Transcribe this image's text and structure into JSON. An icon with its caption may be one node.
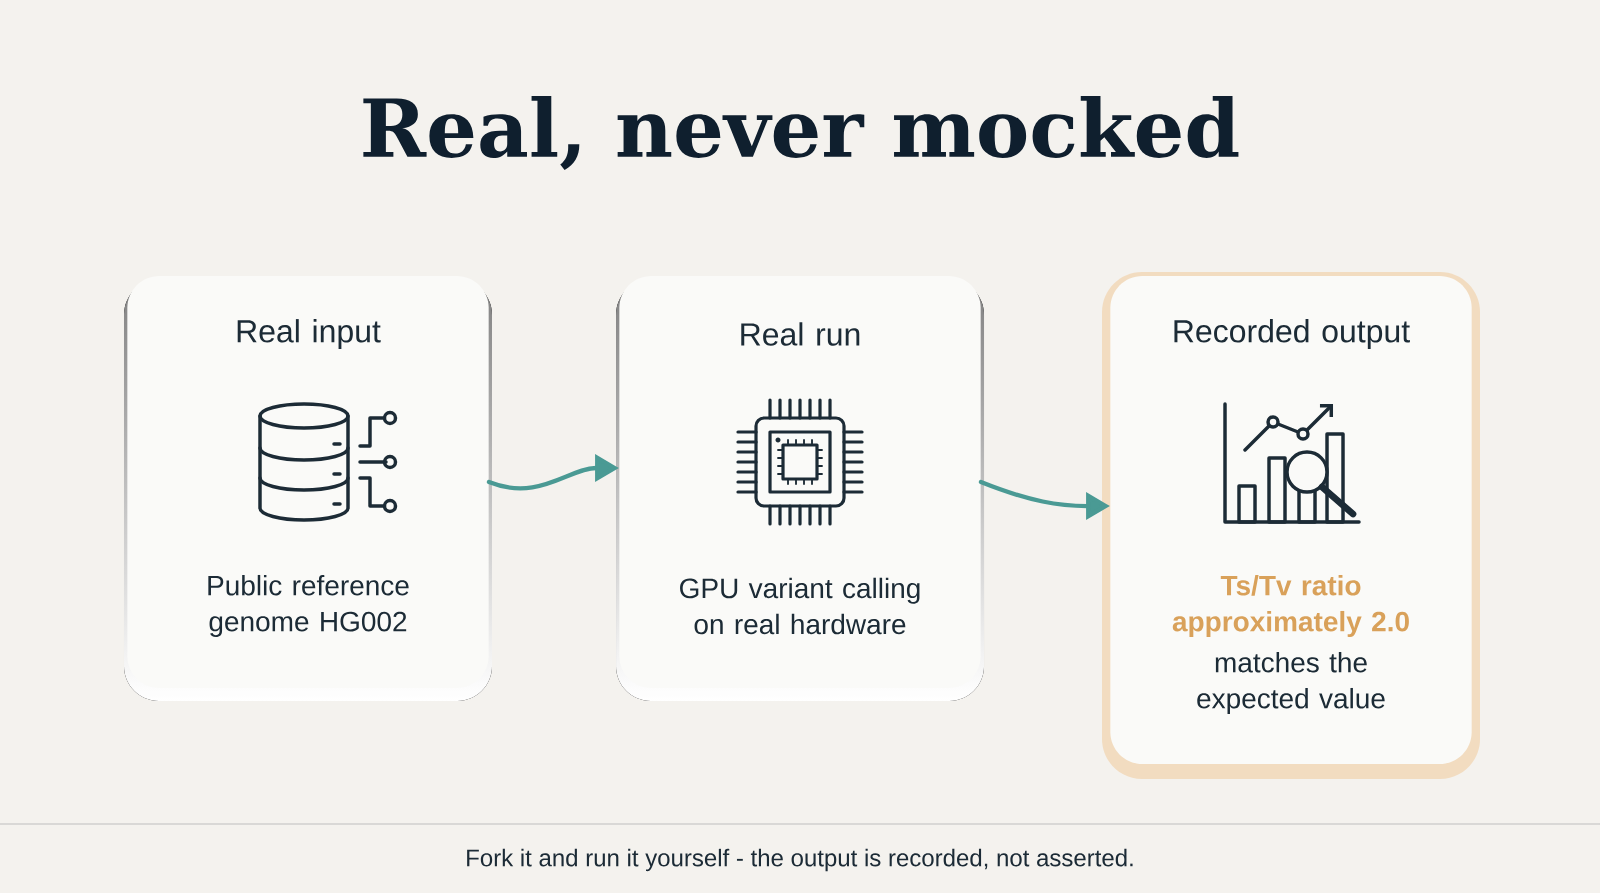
{
  "diagram": {
    "title": "Real, never mocked",
    "nodes": [
      {
        "text": [
          "Real input",
          "Public reference genome HG002"
        ]
      },
      {
        "text": [
          "Real run",
          "GPU variant calling on real hardware"
        ]
      },
      {
        "text": [
          "Recorded output",
          "Ts/Tv ratio approximately 2.0",
          "matches the expected value"
        ]
      }
    ],
    "edges": [
      {
        "from": 0,
        "to": 1,
        "arrow": "to"
      },
      {
        "from": 1,
        "to": 2,
        "arrow": "to"
      }
    ],
    "labels": [
      "Fork it and run it yourself - the output is recorded, not asserted."
    ]
  }
}
